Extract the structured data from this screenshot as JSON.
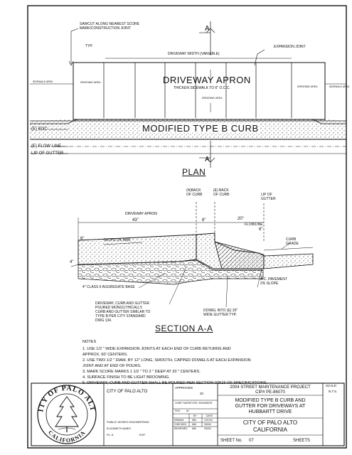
{
  "plan": {
    "sawcut_note": [
      "SAWCUT ALONG NEAREST SCORE",
      "MARK/CONSTRUCTION JOINT"
    ],
    "section_marker": "A",
    "typ": "TYP.",
    "driveway_width": "DRIVEWAY WIDTH (VARIABLE)",
    "expansion_joint": "EXPANSION JOINT",
    "sidewalk_area_left": "SIDEWALK AREA",
    "sidewalk_area_right": "SIDEWALK AREA",
    "driveway_area": "DRIVEWAY AREA",
    "apron_title": "DRIVEWAY APRON",
    "apron_sub": "THICKEN SIDEWALK TO 6\" O.C.C.",
    "curb_title": "MODIFIED TYPE B CURB",
    "boc": "(E) BOC",
    "flow_line": "(E) FLOW LINE",
    "lip_of_gutter": "LIP OF GUTTER",
    "heading": "PLAN"
  },
  "section": {
    "nback_curb": [
      "(N)BACK",
      "OF CURB"
    ],
    "eback_curb": [
      "(E) BACK",
      "OF CURB"
    ],
    "lip_of_gutter": [
      "LIP OF",
      "GUTTER"
    ],
    "driveway_apron": "DRIVEWAY APRON",
    "dim_43": "43\"",
    "dim_6a": "6\"",
    "dim_20": "20\"",
    "dim_6b": "6\"",
    "dim_6c": "6\"",
    "dim_4": "4\"",
    "flowline": "FLOWLINE",
    "slope": "SLOPE 3% MAX",
    "curb_grade": [
      "CURB",
      "GRADE"
    ],
    "base": "4\" CLASS II AGGREGATE BASE",
    "ac_pavement": [
      "A.C. PAVEMENT",
      "2% SLOPE"
    ],
    "curb_note": [
      "DRIVEWAY, CURB AND GUTTER",
      "POURED MONOLITHICALLY.",
      "CURB AND GUTTER SIMILAR TO",
      "TYPE B PER CITY STANDARD",
      "DWG 134."
    ],
    "dowel_note": [
      "DOWEL INTO (E) 20\"",
      "WIDE GUTTER TYP."
    ],
    "heading": "SECTION A-A"
  },
  "notes": {
    "label": "NOTES",
    "items": [
      "1.  USE 1/2 \" WIDE EXPANSION JOINTS AT EACH END OF CURB RETURNS AND",
      "     APPROX. 60' CENTERS.",
      "2.  USE TWO 1/2 \" DIAM. BY 12\" LONG, SMOOTH, CAPPED DOWELS AT EACH EXPANSION",
      "     JOINT AND AT END OF POURS.",
      "3.  MARK SCORE MARKS 1 1/2 \" TO 2 \" DEEP AT 20 \" CENTERS.",
      "4.  SURFACE FINISH TO BE LIGHT BROOMING.",
      "5.  DRIVEWAY, CURB AND GUTTER SHALL BE POURED PER SECTION 02515 OF SPECIFICATIONS."
    ]
  },
  "title_block": {
    "seal_text_top": "CITY OF PALO ALTO",
    "seal_text_bottom": "CALIFORNIA",
    "city": "CITY OF PALO ALTO",
    "dept": "PUBLIC WORKS ENGINEERING",
    "engineer": "ELIZABETH AMES",
    "pls": "P.L.S.",
    "exp": "EXP.",
    "approved": "APPROVED",
    "approved_date": "20",
    "surveyor": "CHIEF SURVEYOR / ENGINEER",
    "file_label": "FILE",
    "file_value": "#1",
    "by": "BY",
    "date": "DATE",
    "drawn": "DRAWN",
    "drawn_by": "MM",
    "drawn_date": "12/1/03",
    "checked": "CHECKED",
    "checked_by": "MM",
    "checked_date": "3/5/04",
    "reviewed": "REVIEWED",
    "reviewed_by": "MM",
    "reviewed_date": "3/5/04",
    "project": "2004 STREET MAINTENANCE PROJECT",
    "cip": "CIP# PE-86070",
    "drawing_title": [
      "MODIFIED TYPE B CURB AND",
      "GUTTER FOR DRIVEWAYS AT",
      "HUBBARTT DRIVE"
    ],
    "city_large": "CITY OF PALO ALTO",
    "state": "CALIFORNIA",
    "sheet_no": "SHEET No.",
    "sheet_value": "07",
    "sheets": "SHEETS",
    "scale": "SCALE:",
    "scale_value": "N.T.S."
  }
}
